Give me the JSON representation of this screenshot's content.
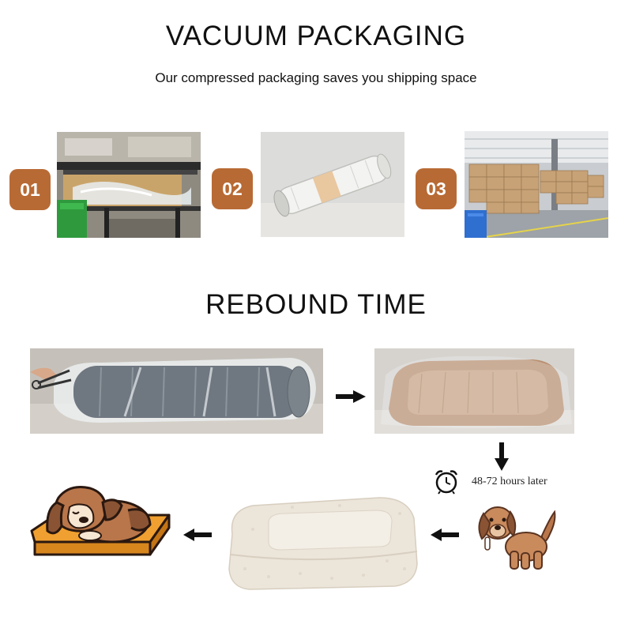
{
  "header": {
    "title": "VACUUM PACKAGING",
    "subtitle": "Our compressed packaging saves you shipping space"
  },
  "steps": [
    {
      "badge": "01",
      "image_icon": "packing-machine-photo"
    },
    {
      "badge": "02",
      "image_icon": "rolled-package-photo"
    },
    {
      "badge": "03",
      "image_icon": "warehouse-boxes-photo"
    }
  ],
  "rebound": {
    "title": "REBOUND TIME",
    "time_label": "48-72 hours later",
    "icons": [
      "scissors-cut-photo",
      "unrolled-bed-photo",
      "fluffy-bed-photo",
      "alarm-clock-icon",
      "dog-standing-icon",
      "dog-sleeping-icon"
    ]
  },
  "colors": {
    "badge": "#b86a34",
    "arrow": "#111111",
    "mat_orange": "#f0a030",
    "dog_brown": "#b9764a"
  }
}
